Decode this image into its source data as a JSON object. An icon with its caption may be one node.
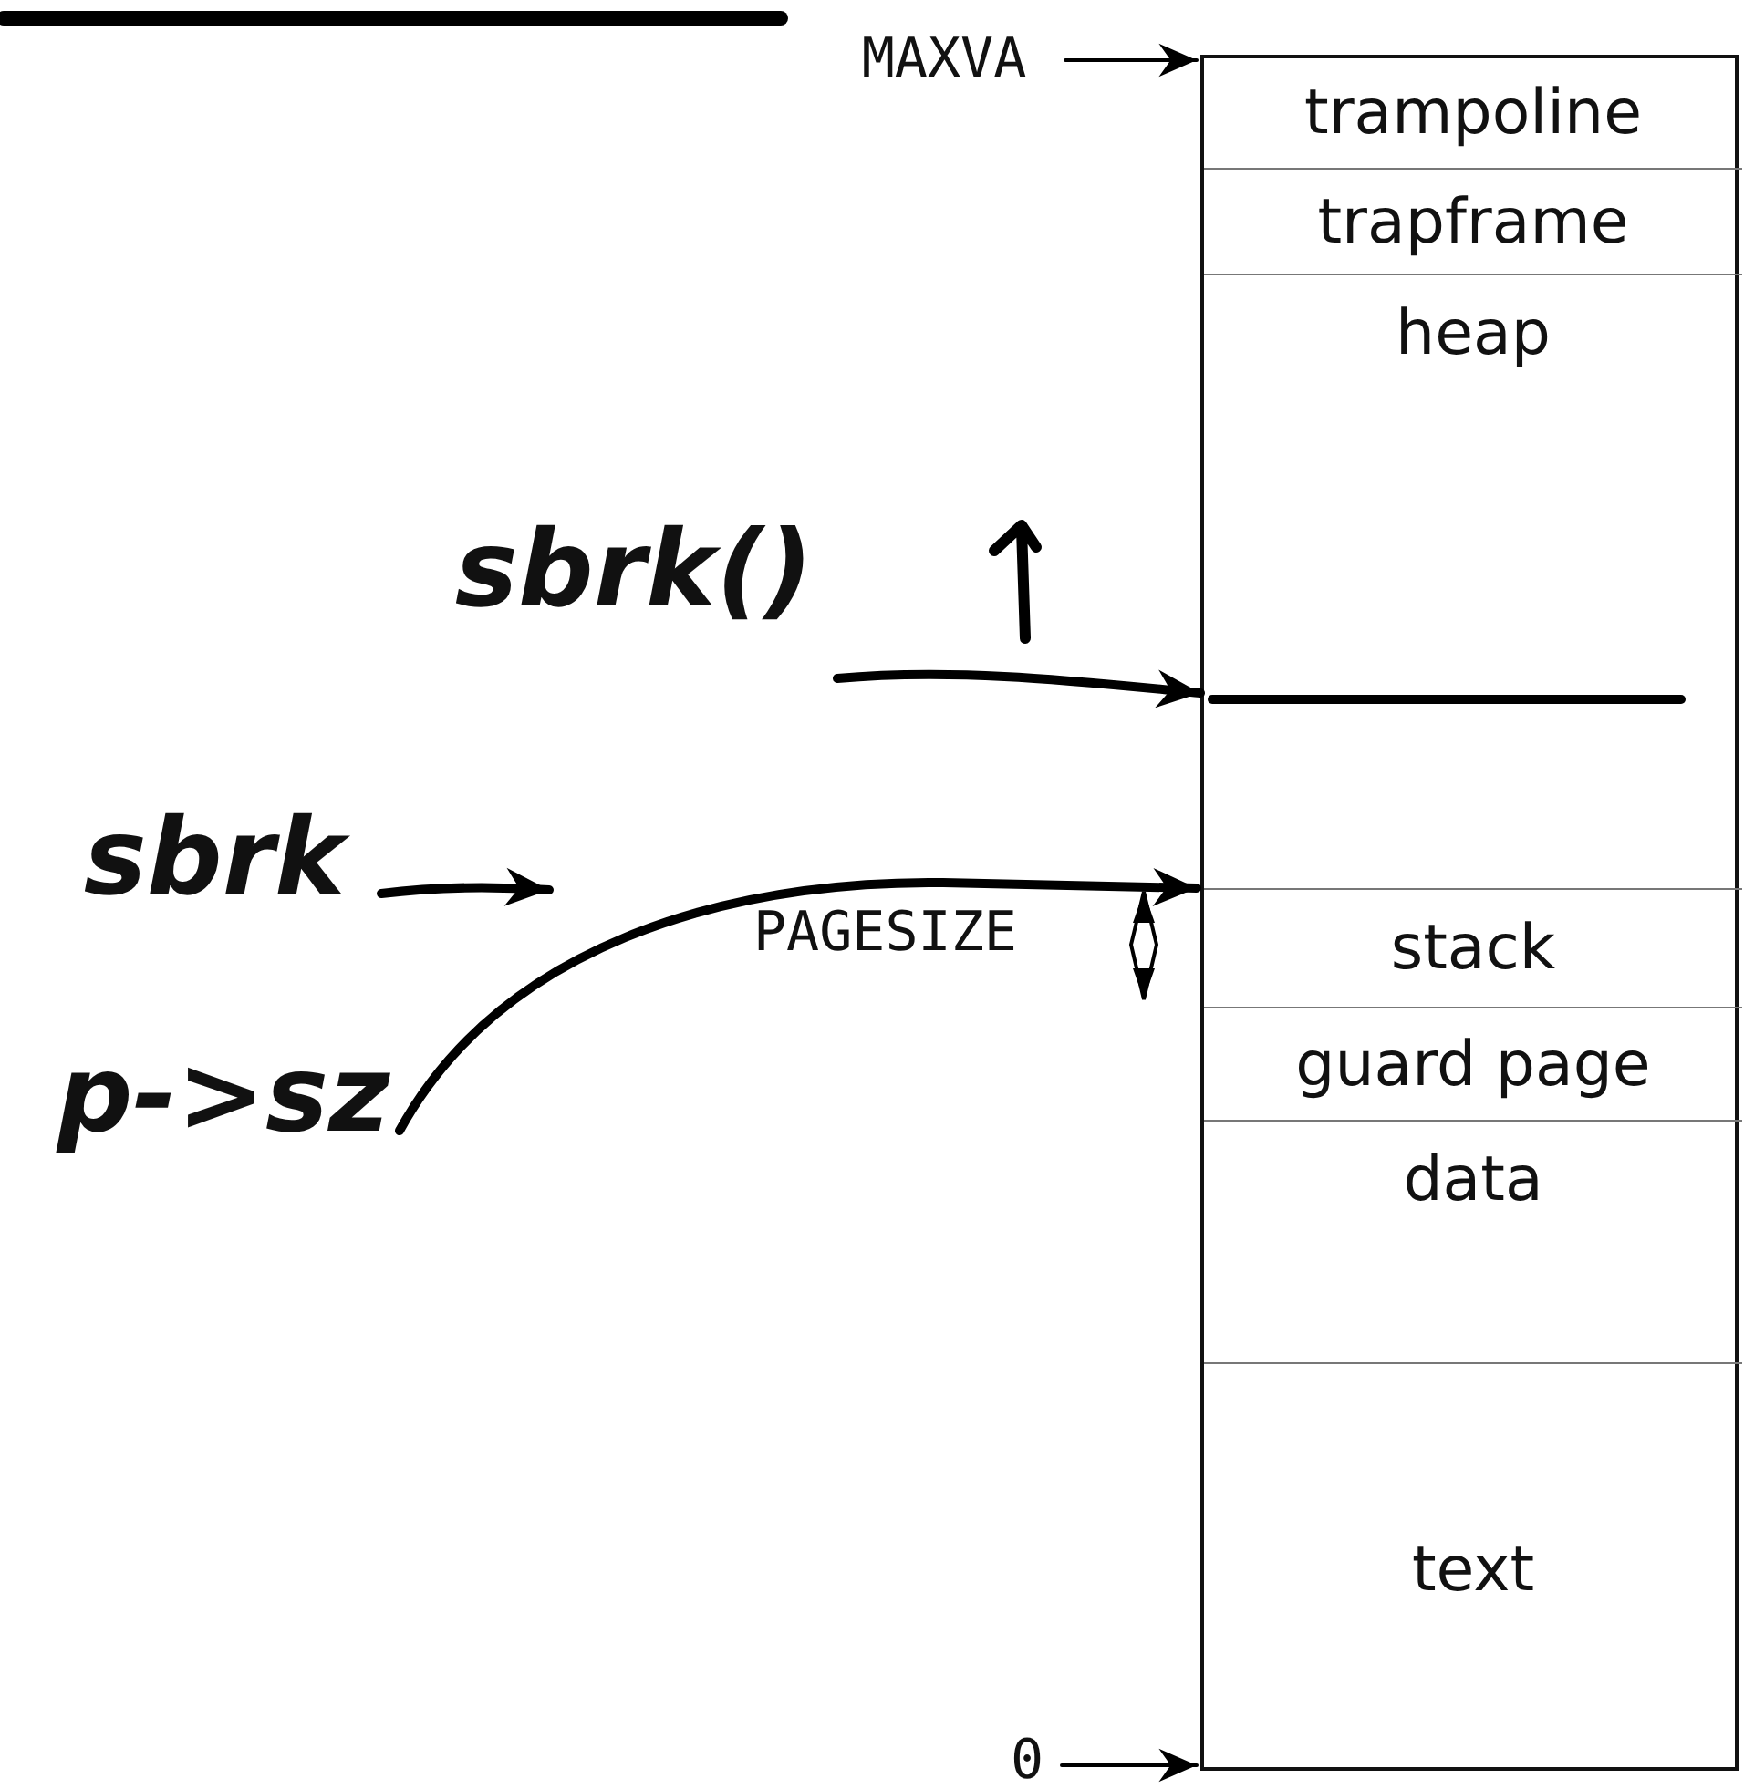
{
  "diagram": {
    "nodes": [
      {
        "text": [],
        "shape": "box"
      },
      {
        "text": [
          "trampoline"
        ],
        "in": 0
      },
      {
        "text": [
          "trapframe"
        ],
        "in": 0
      },
      {
        "text": [
          "heap"
        ],
        "in": 0
      },
      {
        "text": [],
        "shape": "line",
        "in": 3
      },
      {
        "text": [
          "stack"
        ],
        "in": 0
      },
      {
        "text": [
          "guard page"
        ],
        "in": 0
      },
      {
        "text": [
          "data"
        ],
        "in": 0
      },
      {
        "text": [
          "text"
        ],
        "in": 0
      },
      {
        "text": [
          "MAXVA"
        ]
      },
      {
        "text": [
          "0"
        ]
      },
      {
        "text": [
          "sbrk()"
        ]
      },
      {
        "text": [
          "sbrk"
        ]
      },
      {
        "text": [
          "p->sz"
        ]
      }
    ],
    "edges": [
      {
        "from": 9,
        "to": 0,
        "arrow": "to"
      },
      {
        "from": 10,
        "to": 0,
        "arrow": "to"
      },
      {
        "from": 11,
        "to": 4,
        "arrow": "to"
      },
      {
        "from": 12,
        "to": null,
        "arrow": "to"
      },
      {
        "from": 13,
        "to": 5,
        "arrow": "to"
      }
    ],
    "labels": [
      "PAGESIZE"
    ]
  }
}
